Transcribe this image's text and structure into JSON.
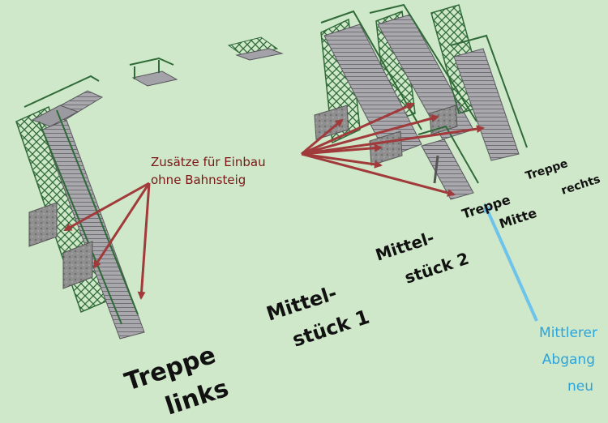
{
  "colors": {
    "background": "#cfe8c9",
    "steel": "#3f7a45",
    "stone": "#8d8d8d",
    "arrow_red": "#a13a3a",
    "arrow_blue": "#6ec3ea",
    "text_red": "#7a1616",
    "text_blue": "#2aa4dc"
  },
  "labels": {
    "treppe_links_1": "Treppe",
    "treppe_links_2": "links",
    "mittelstueck1_1": "Mittel-",
    "mittelstueck1_2": "stück 1",
    "mittelstueck2_1": "Mittel-",
    "mittelstueck2_2": "stück 2",
    "treppe_mitte_1": "Treppe",
    "treppe_mitte_2": "Mitte",
    "treppe_rechts_1": "Treppe",
    "treppe_rechts_2": "rechts",
    "zusaetze_1": "Zusätze für Einbau",
    "zusaetze_2": "ohne Bahnsteig",
    "abgang_1": "Mittlerer",
    "abgang_2": "Abgang",
    "abgang_3": "neu"
  }
}
